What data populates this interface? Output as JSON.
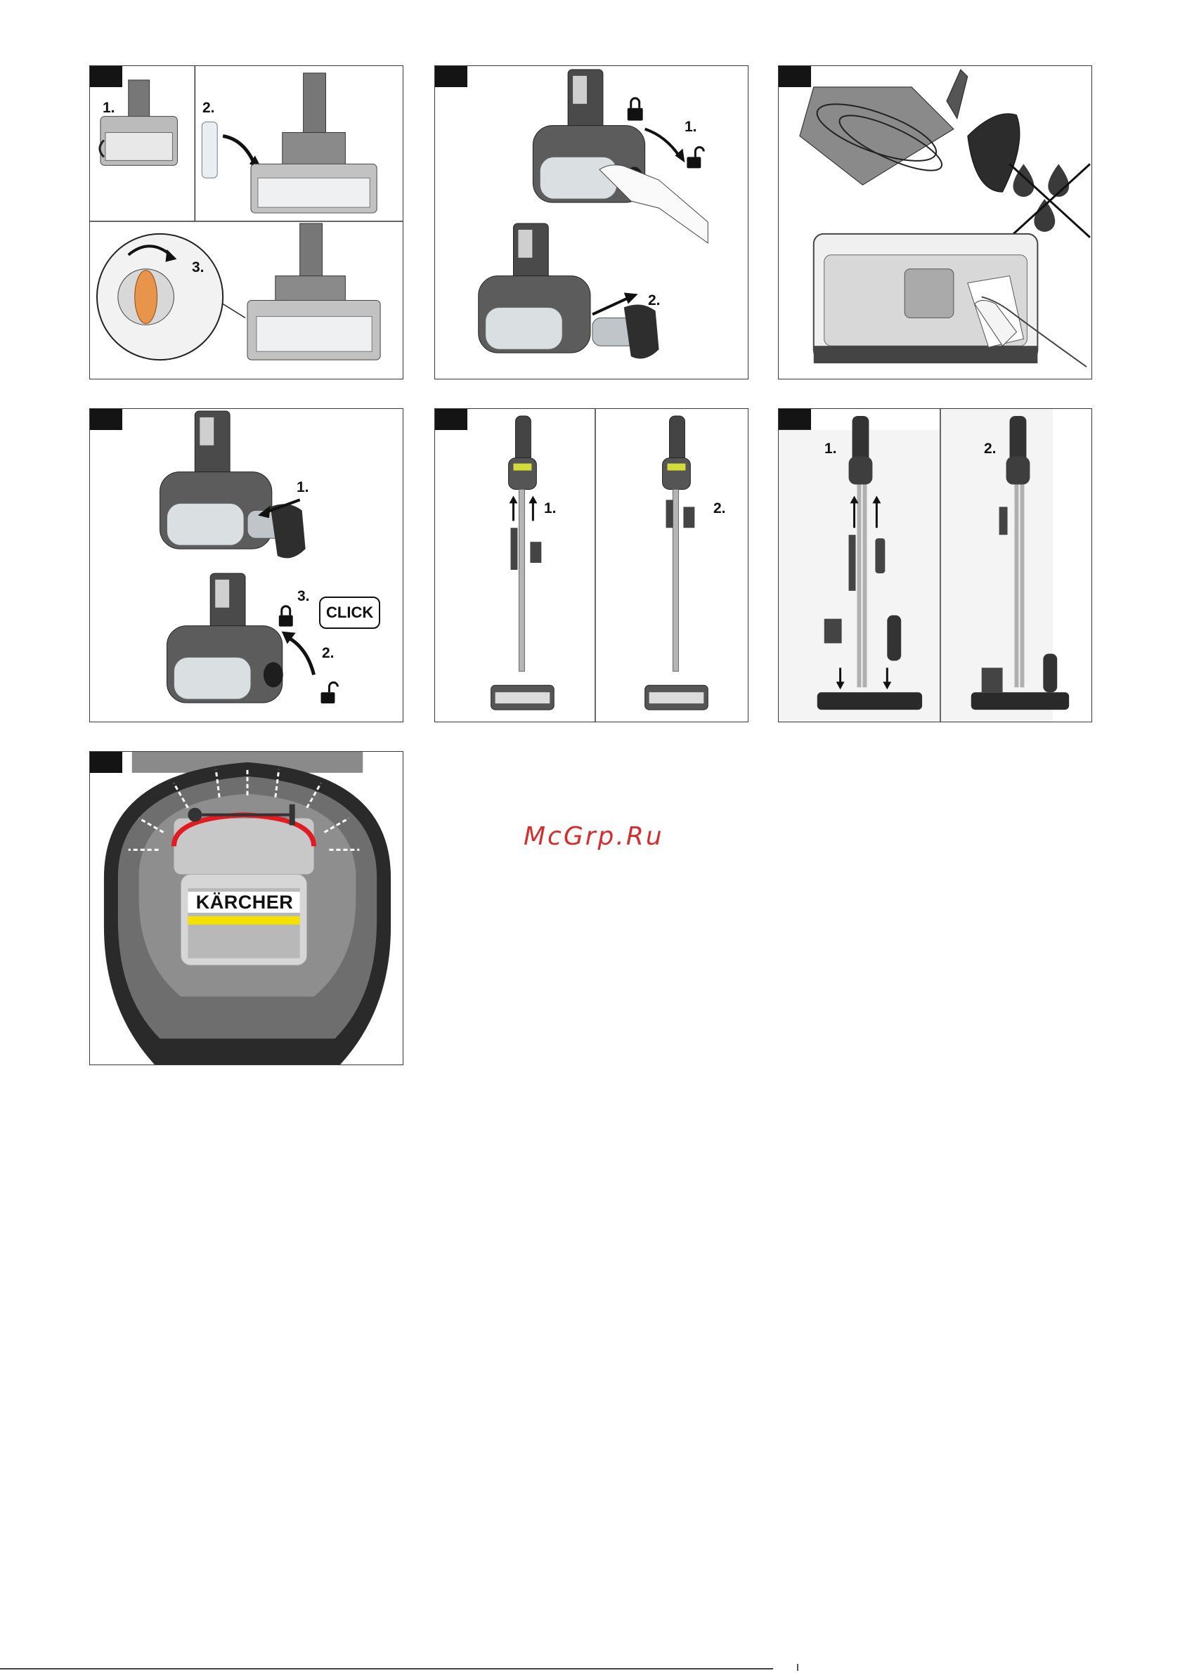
{
  "panels": [
    {
      "steps": [
        "1.",
        "2.",
        "3."
      ]
    },
    {
      "steps": [
        "1.",
        "2."
      ]
    },
    {
      "steps": []
    },
    {
      "steps": [
        "1.",
        "2.",
        "3."
      ],
      "bubble": "CLICK"
    },
    {
      "steps": [
        "1.",
        "2."
      ]
    },
    {
      "steps": [
        "1.",
        "2."
      ]
    },
    {
      "brand_logo": "KÄRCHER"
    }
  ],
  "watermark": "McGrp.Ru",
  "colors": {
    "frame": "#3a3a3a",
    "tab": "#141414",
    "accent_red": "#e11b22",
    "brand_yellow": "#f5e000",
    "watermark": "#d32f2f"
  }
}
